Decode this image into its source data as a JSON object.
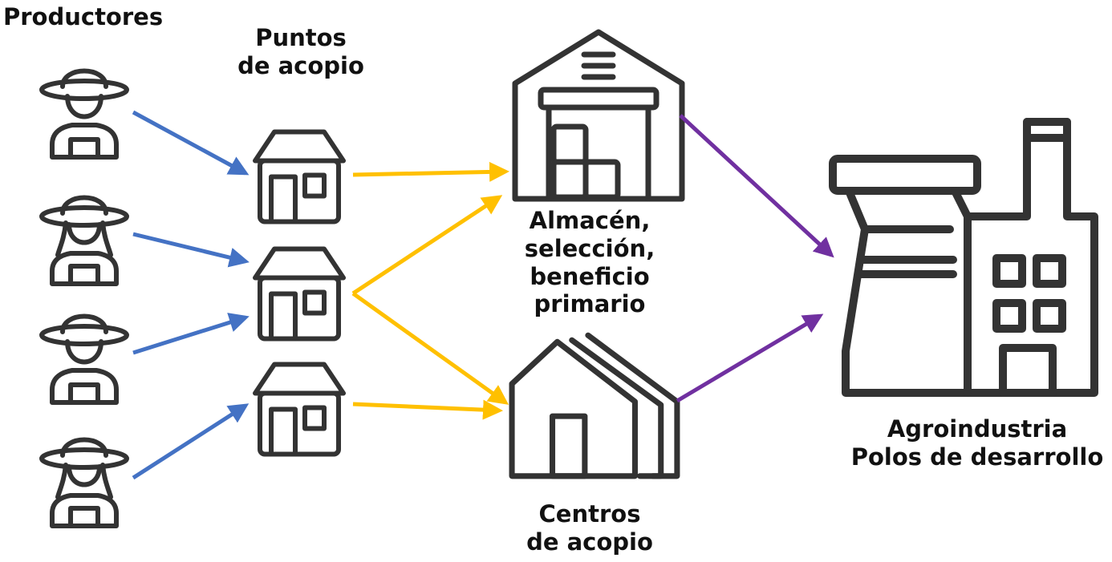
{
  "labels": {
    "productores": "Productores",
    "puntos": [
      "Puntos",
      "de acopio"
    ],
    "almacen": [
      "Almacén,",
      "selección,",
      "beneficio",
      "primario"
    ],
    "centros": [
      "Centros",
      "de acopio"
    ],
    "agroindustria": [
      "Agroindustria",
      "Polos de desarrollo"
    ]
  },
  "colors": {
    "producer_arrow": "#4472C4",
    "collection_arrow": "#FFC000",
    "industry_arrow": "#7030A0",
    "icon_stroke": "#333333"
  },
  "icons": {
    "producers": [
      "farmer-icon",
      "farmer-woman-icon",
      "farmer-icon",
      "farmer-woman-icon"
    ],
    "collection_points": [
      "house-icon",
      "house-icon",
      "house-icon"
    ],
    "warehouse": "warehouse-icon",
    "collection_centers": "houses-stack-icon",
    "factory": "factory-icon"
  }
}
